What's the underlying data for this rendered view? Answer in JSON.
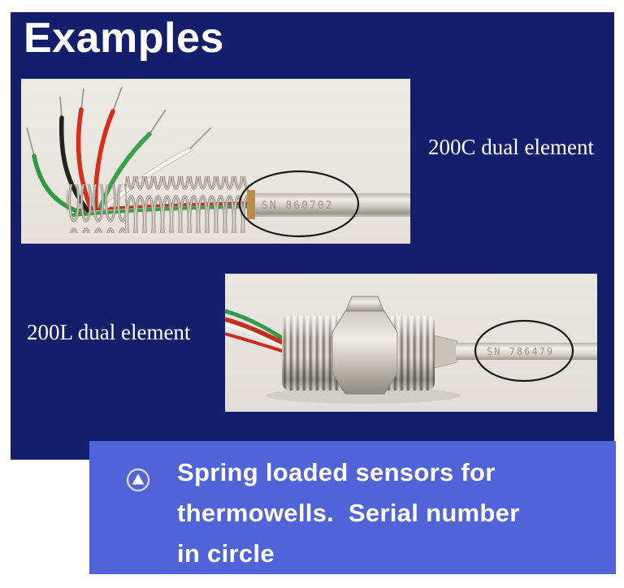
{
  "slide": {
    "title": "Examples",
    "colors": {
      "slide_background": "#141f6b",
      "caption_background": "#5163d8",
      "photo_background": "#e9e5df",
      "text_color": "#ffffff",
      "annotation_ellipse": "#1a1a1a"
    }
  },
  "photo_top": {
    "label": "200C dual element",
    "serial": "SN 860702"
  },
  "photo_bottom": {
    "label": "200L dual element",
    "serial": "SN 786479"
  },
  "caption": {
    "bullet_icon": "triangle-up-in-circle",
    "lines": [
      "Spring loaded sensors for",
      "thermowells.  Serial number",
      "in circle"
    ]
  }
}
